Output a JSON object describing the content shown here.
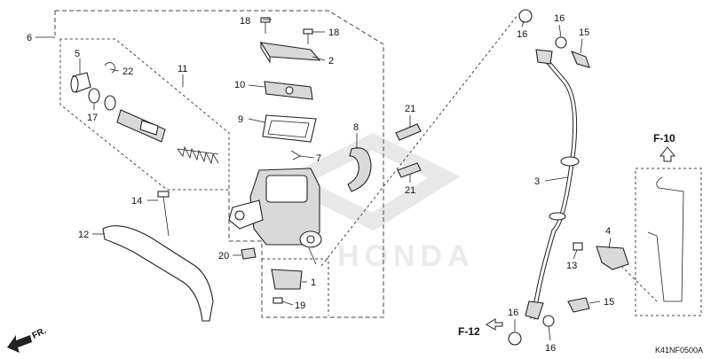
{
  "callouts": {
    "c1": "1",
    "c2": "2",
    "c3": "3",
    "c4": "4",
    "c5": "5",
    "c6": "6",
    "c7": "7",
    "c8": "8",
    "c9": "9",
    "c10": "10",
    "c11": "11",
    "c12": "12",
    "c13": "13",
    "c14": "14",
    "c15a": "15",
    "c15b": "15",
    "c16a": "16",
    "c16b": "16",
    "c16c": "16",
    "c16d": "16",
    "c17": "17",
    "c18a": "18",
    "c18b": "18",
    "c19": "19",
    "c20": "20",
    "c21a": "21",
    "c21b": "21",
    "c22": "22"
  },
  "refs": {
    "f10": "F-10",
    "f12": "F-12"
  },
  "direction": "FR.",
  "diagram_code": "K41NF0500A",
  "watermark": "HONDA",
  "colors": {
    "line": "#222222",
    "fill": "#ffffff",
    "shade": "#d9d9d9",
    "watermark": "#c8c8c8"
  }
}
